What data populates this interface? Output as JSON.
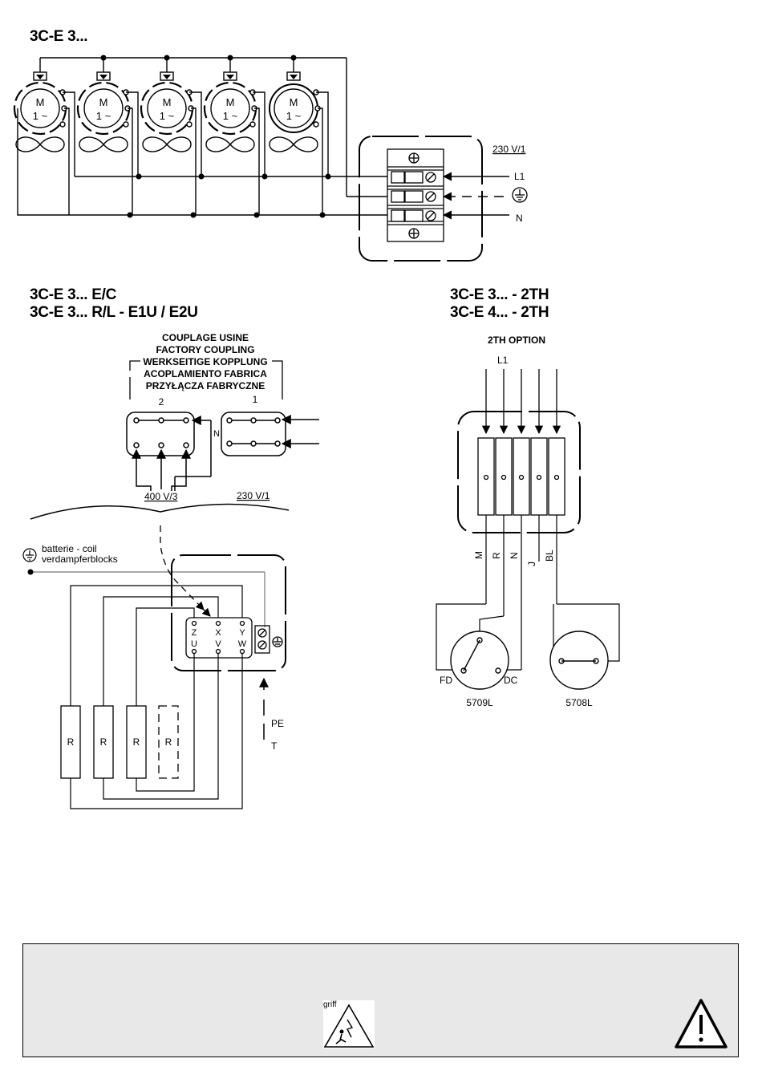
{
  "sections": {
    "top": {
      "title": "3C-E 3...",
      "supply": "230 V/1",
      "l1": "L1",
      "n": "N"
    },
    "left": {
      "title1": "3C-E 3... E/C",
      "title2": "3C-E 3... R/L - E1U / E2U",
      "factory_coupling": [
        "COUPLAGE USINE",
        "FACTORY COUPLING",
        "WERKSEITIGE KOPPLUNG",
        "ACOPLAMIENTO FABRICA",
        "PRZYŁĄCZA FABRYCZNE"
      ],
      "terminal_2": "2",
      "terminal_1": "1",
      "n": "N",
      "v400": "400 V/3",
      "v230": "230 V/1",
      "coil_1": "batterie - coil",
      "coil_2": "verdampferblocks",
      "top_terminals": [
        "Z",
        "X",
        "Y"
      ],
      "bottom_terminals": [
        "U",
        "V",
        "W"
      ],
      "pe": "PE",
      "t": "T",
      "resistor": "R"
    },
    "right": {
      "title1": "3C-E 3... - 2TH",
      "title2": "3C-E 4... - 2TH",
      "option": "2TH OPTION",
      "l1": "L1",
      "wires": [
        "M",
        "R",
        "N",
        "J",
        "BL"
      ],
      "fd": "FD",
      "dc": "DC",
      "thermostat_1": "5709L",
      "thermostat_2": "5708L"
    }
  },
  "fans": {
    "motor": "M",
    "phase": "1 ~"
  },
  "warning": {
    "sign_text": "griff"
  }
}
